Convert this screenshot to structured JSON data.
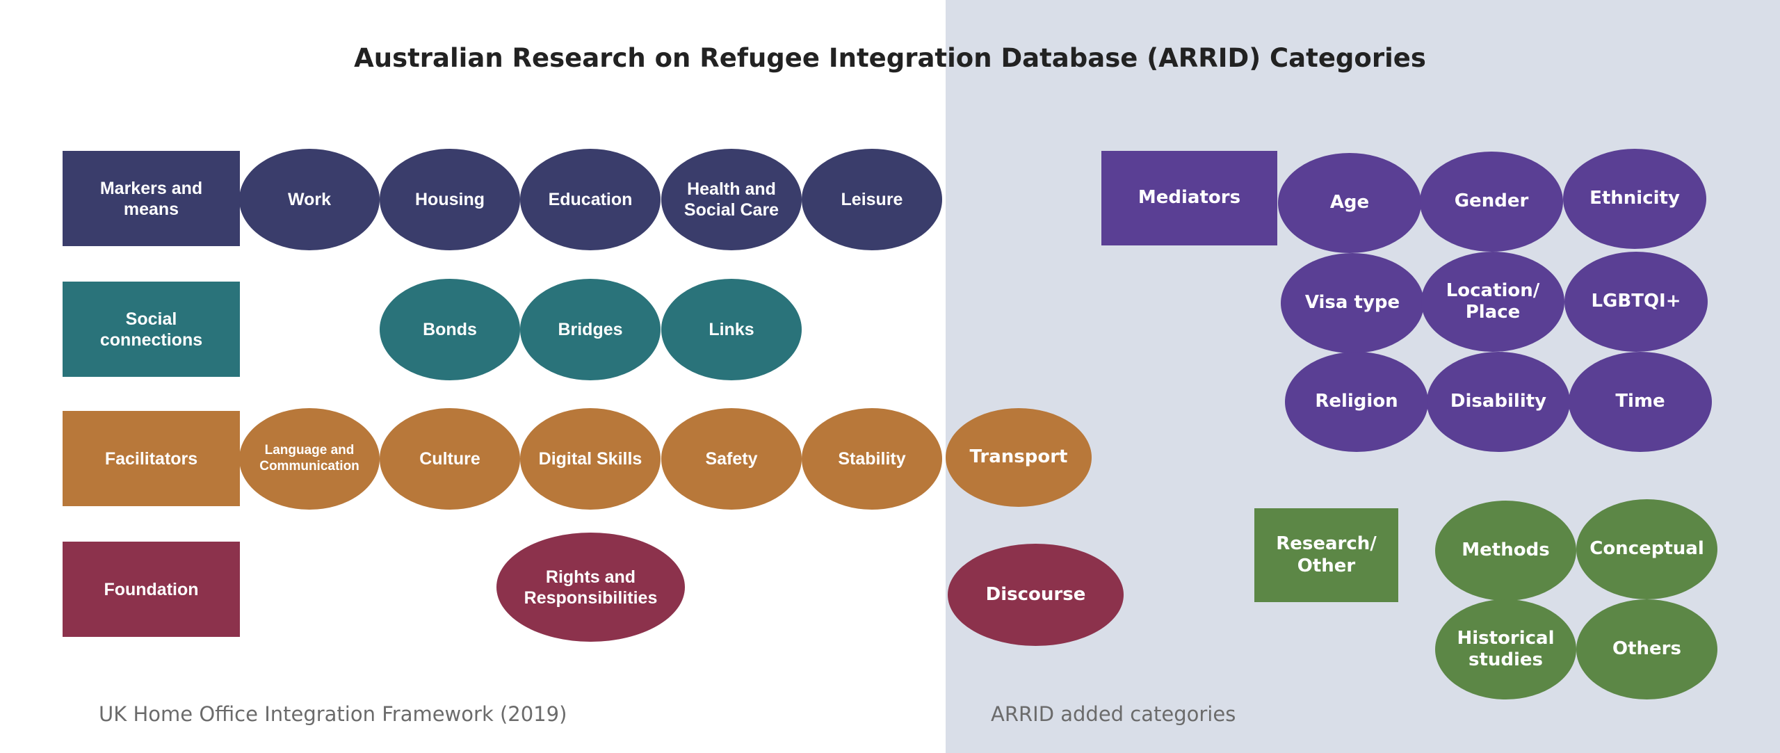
{
  "title": "Australian Research on Refugee Integration Database (ARRID) Categories",
  "colors": {
    "markers": "#3a3d6b",
    "social": "#2a737a",
    "facilitators": "#b8783a",
    "foundation": "#8c324c",
    "mediators": "#5a3f94",
    "research": "#5c8746",
    "right_panel": "#d9dee8"
  },
  "uk_framework": {
    "caption": "UK Home Office Integration Framework (2019)",
    "rows": [
      {
        "label": "Markers and\nmeans",
        "items": [
          "Work",
          "Housing",
          "Education",
          "Health and\nSocial Care",
          "Leisure"
        ]
      },
      {
        "label": "Social\nconnections",
        "items": [
          "Bonds",
          "Bridges",
          "Links"
        ]
      },
      {
        "label": "Facilitators",
        "items": [
          "Language and\nCommunication",
          "Culture",
          "Digital Skills",
          "Safety",
          "Stability"
        ]
      },
      {
        "label": "Foundation",
        "items": [
          "Rights and\nResponsibilities"
        ]
      }
    ]
  },
  "arrid": {
    "caption": "ARRID added categories",
    "transport": "Transport",
    "discourse": "Discourse",
    "mediators": {
      "label": "Mediators",
      "items": [
        "Age",
        "Gender",
        "Ethnicity",
        "Visa type",
        "Location/\nPlace",
        "LGBTQI+",
        "Religion",
        "Disability",
        "Time"
      ]
    },
    "research": {
      "label": "Research/\nOther",
      "items": [
        "Methods",
        "Conceptual",
        "Historical\nstudies",
        "Others"
      ]
    }
  }
}
